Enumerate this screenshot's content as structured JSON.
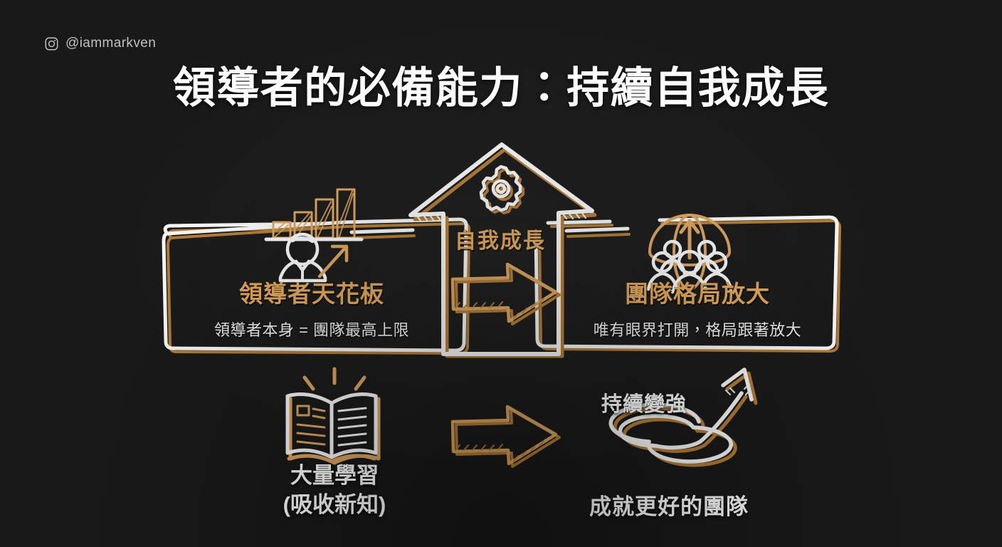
{
  "meta": {
    "background_color": "#191919",
    "gold_color": "#dfa459",
    "white_color": "#f7f7f7"
  },
  "watermark": {
    "icon": "instagram-icon",
    "handle": "@iammarkven"
  },
  "title": "領導者的必備能力：持續自我成長",
  "diagram": {
    "center": {
      "icon": "gear-icon",
      "label": "自我成長",
      "shape": "up-arrow-house"
    },
    "left_node": {
      "icon": "businessman-growth-chart-icon",
      "title": "領導者天花板",
      "subtitle": "領導者本身 = 團隊最高上限"
    },
    "right_node": {
      "icon": "team-globe-arrow-icon",
      "title": "團隊格局放大",
      "subtitle": "唯有眼界打開，格局跟著放大"
    },
    "middle_arrow": {
      "icon": "right-arrow-icon",
      "label": ""
    },
    "bottom_left": {
      "icon": "open-book-icon",
      "label_line1": "大量學習",
      "label_line2": "(吸收新知)"
    },
    "bottom_arrow": {
      "icon": "right-arrow-icon",
      "label": ""
    },
    "bottom_right": {
      "icon": "spiral-upward-arrow-icon",
      "label_top": "持續變強",
      "label_bottom": "成就更好的團隊"
    }
  }
}
